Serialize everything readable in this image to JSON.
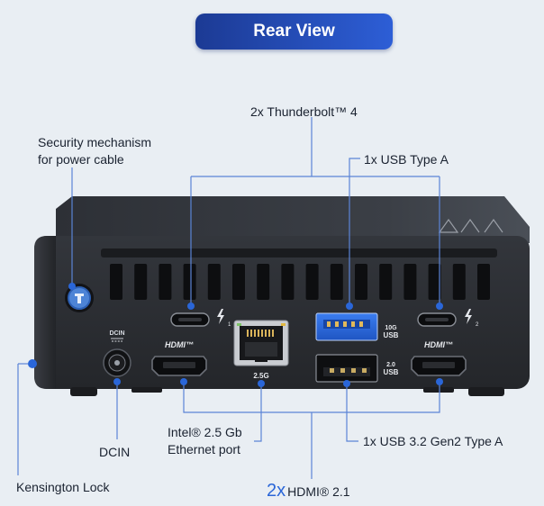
{
  "header": {
    "title": "Rear View"
  },
  "callouts": {
    "thunderbolt": "2x Thunderbolt™ 4",
    "security_line1": "Security mechanism",
    "security_line2": "for power cable",
    "usb_a": "1x  USB Type A",
    "ethernet_line1": "Intel® 2.5 Gb",
    "ethernet_line2": "Ethernet port",
    "usb32": "1x USB 3.2 Gen2 Type A",
    "dcin": "DCIN",
    "kensington": "Kensington Lock",
    "hdmi_count": "2x",
    "hdmi_label": "HDMI® 2.1"
  },
  "panel_labels": {
    "dcin": "DCIN",
    "hdmi_left": "HDMI™",
    "hdmi_right": "HDMI™",
    "usb10_speed": "10G",
    "usb10_type": "USB",
    "usb20_speed": "2.0",
    "usb20_type": "USB",
    "ethernet_speed": "2.5G",
    "tb_index_1": "1",
    "tb_index_2": "2"
  },
  "colors": {
    "accent": "#2a66d8",
    "callout_line": "#5b84d6",
    "usb3_blue": "#2f6fe0",
    "chassis": "#2b2e33"
  },
  "icons": [
    "thunderbolt-icon",
    "power-plug-icon",
    "ground-symbol-icon"
  ]
}
